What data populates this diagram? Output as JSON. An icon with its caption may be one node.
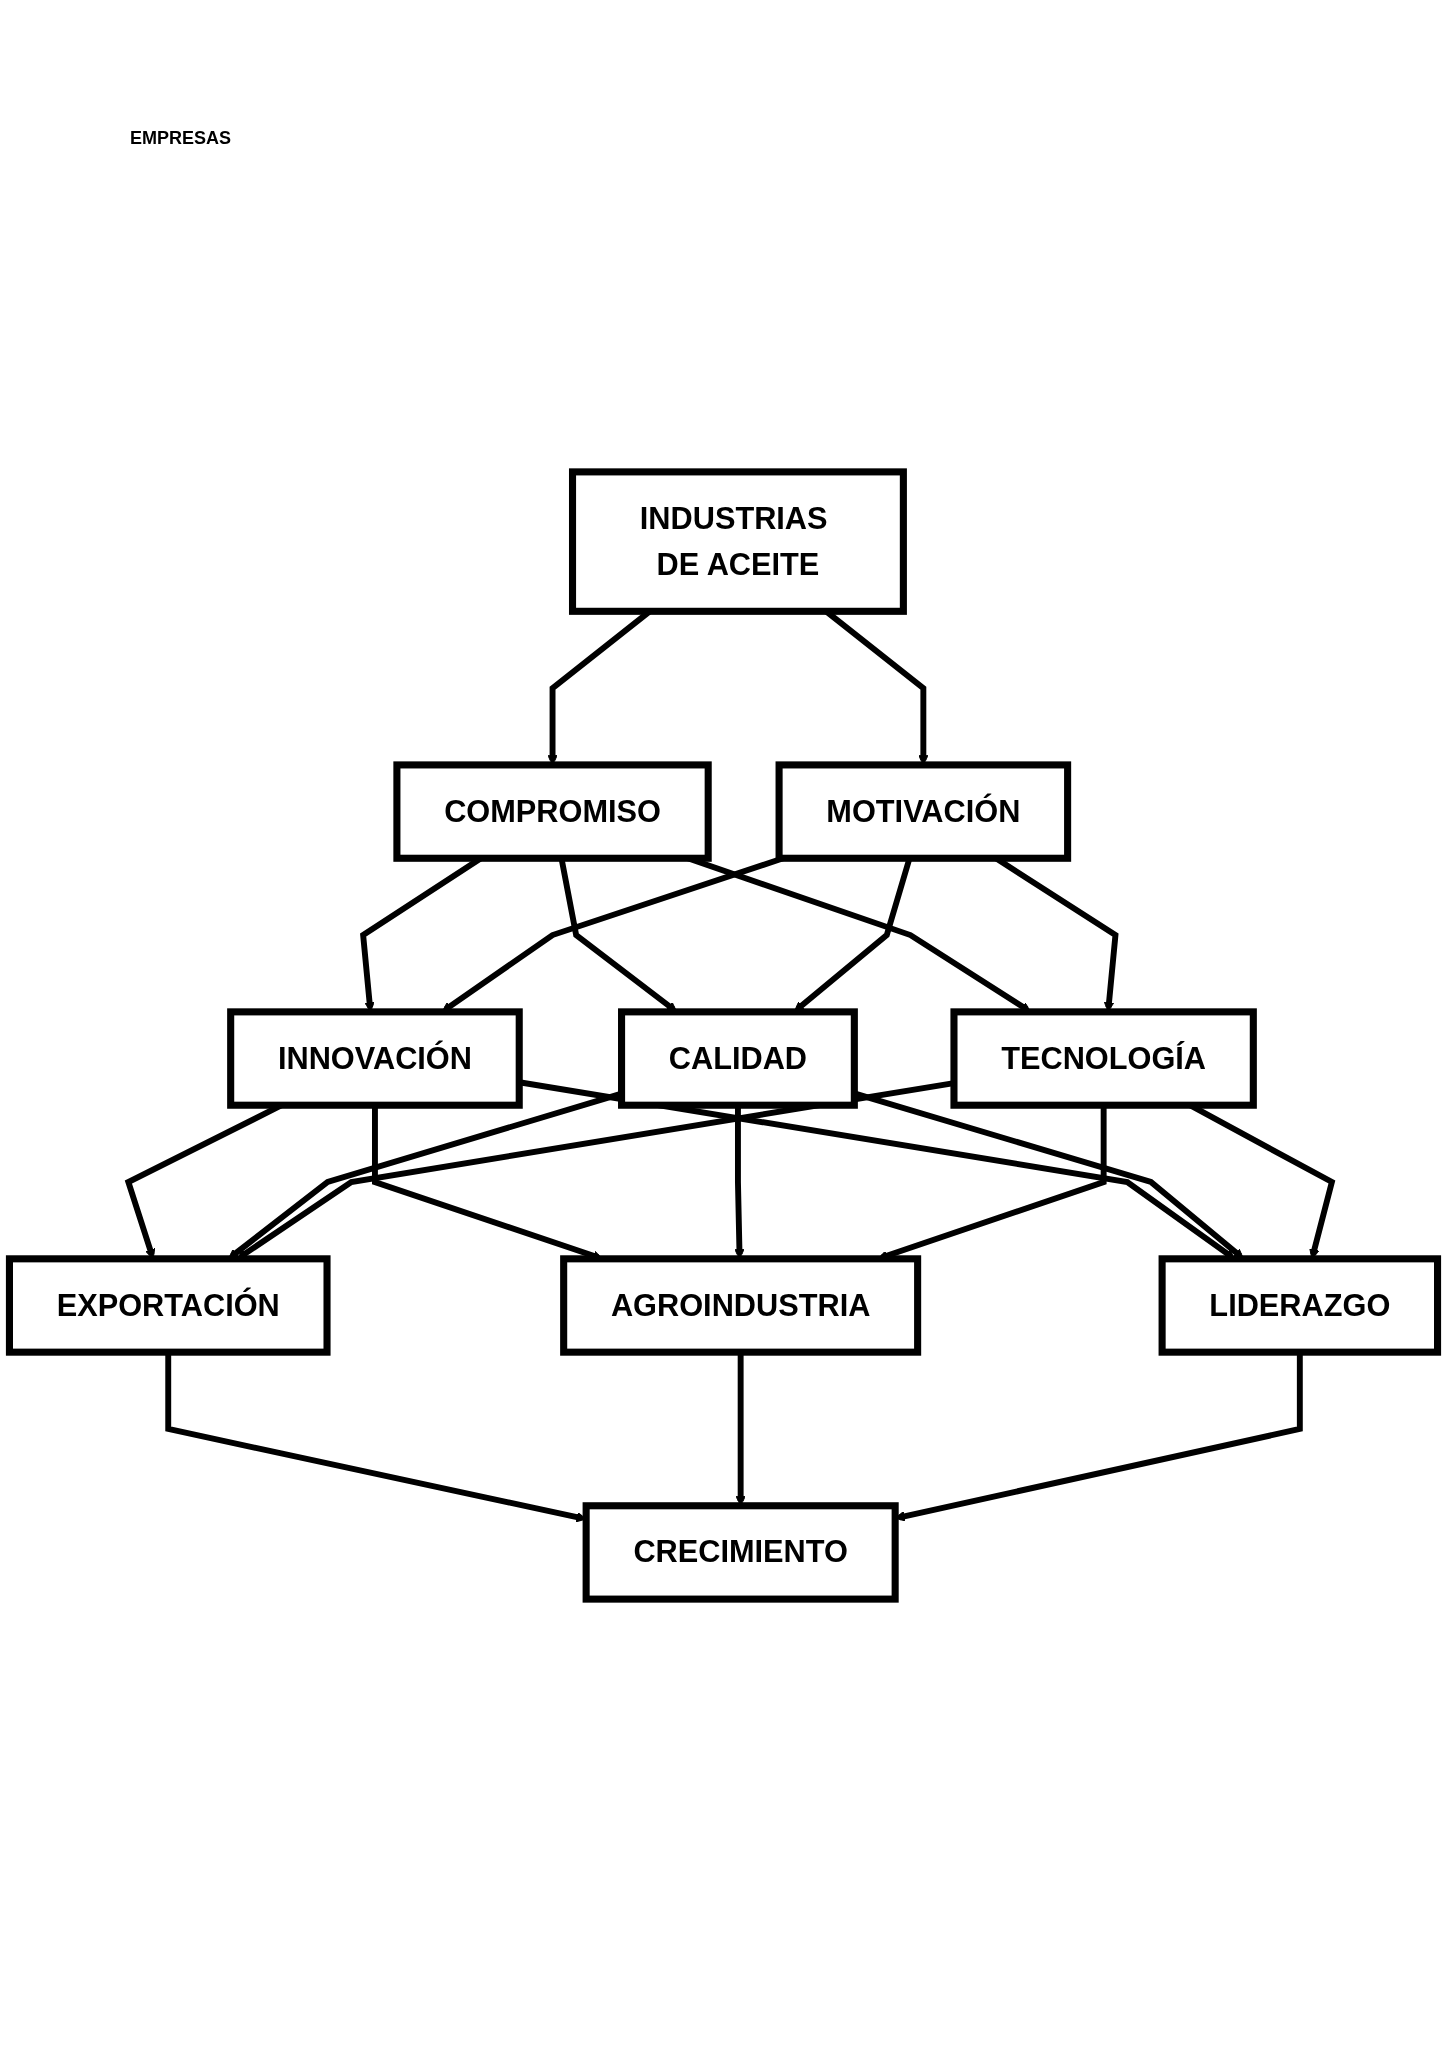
{
  "diagram": {
    "nodes": [
      {
        "text": [
          "INDUSTRIAS DE ACEITE"
        ]
      },
      {
        "text": [
          "COMPROMISO"
        ]
      },
      {
        "text": [
          "MOTIVACIÓN"
        ]
      },
      {
        "text": [
          "INNOVACIÓN"
        ]
      },
      {
        "text": [
          "CALIDAD"
        ]
      },
      {
        "text": [
          "TECNOLOGÍA"
        ]
      },
      {
        "text": [
          "EXPORTACIÓN"
        ]
      },
      {
        "text": [
          "AGROINDUSTRIA"
        ]
      },
      {
        "text": [
          "LIDERAZGO"
        ]
      },
      {
        "text": [
          "CRECIMIENTO"
        ]
      }
    ],
    "edges": [
      {
        "from": 0,
        "to": 1,
        "arrow": "to"
      },
      {
        "from": 0,
        "to": 2,
        "arrow": "to"
      },
      {
        "from": 1,
        "to": 3,
        "arrow": "to"
      },
      {
        "from": 1,
        "to": 4,
        "arrow": "to"
      },
      {
        "from": 1,
        "to": 5,
        "arrow": "to"
      },
      {
        "from": 2,
        "to": 3,
        "arrow": "to"
      },
      {
        "from": 2,
        "to": 4,
        "arrow": "to"
      },
      {
        "from": 2,
        "to": 5,
        "arrow": "to"
      },
      {
        "from": 3,
        "to": 6,
        "arrow": "to"
      },
      {
        "from": 3,
        "to": 7,
        "arrow": "to"
      },
      {
        "from": 3,
        "to": 8,
        "arrow": "to"
      },
      {
        "from": 4,
        "to": 6,
        "arrow": "to"
      },
      {
        "from": 4,
        "to": 7,
        "arrow": "to"
      },
      {
        "from": 4,
        "to": 8,
        "arrow": "to"
      },
      {
        "from": 5,
        "to": 6,
        "arrow": "to"
      },
      {
        "from": 5,
        "to": 7,
        "arrow": "to"
      },
      {
        "from": 5,
        "to": 8,
        "arrow": "to"
      },
      {
        "from": 6,
        "to": 9,
        "arrow": "to"
      },
      {
        "from": 7,
        "to": 9,
        "arrow": "to"
      },
      {
        "from": 8,
        "to": 9,
        "arrow": "to"
      }
    ],
    "labels": [
      "EMPRESAS"
    ]
  }
}
